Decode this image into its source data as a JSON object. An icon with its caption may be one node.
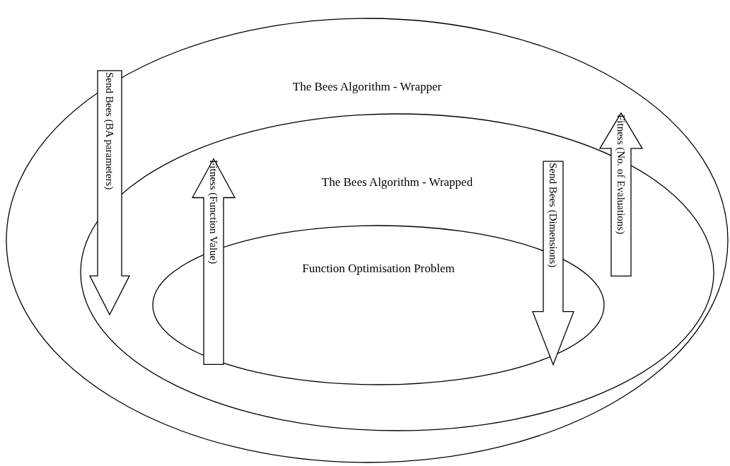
{
  "diagram": {
    "nodes": [
      {
        "text": [
          "The Bees Algorithm - Wrapper"
        ]
      },
      {
        "text": [
          "The Bees Algorithm - Wrapped"
        ],
        "in": 0
      },
      {
        "text": [
          "Function Optimisation Problem"
        ],
        "in": 1
      }
    ],
    "edges": [
      {
        "from": 0,
        "to": 1,
        "arrow": "to",
        "label": "Send Bees (BA parameters)"
      },
      {
        "from": 2,
        "to": 1,
        "arrow": "to",
        "label": "Fitness (Function Value)"
      },
      {
        "from": 1,
        "to": 2,
        "arrow": "to",
        "label": "Send Bees (Dimensions)"
      },
      {
        "from": 1,
        "to": 0,
        "arrow": "to",
        "label": "Fitness (No. of Evaluations)"
      }
    ]
  }
}
